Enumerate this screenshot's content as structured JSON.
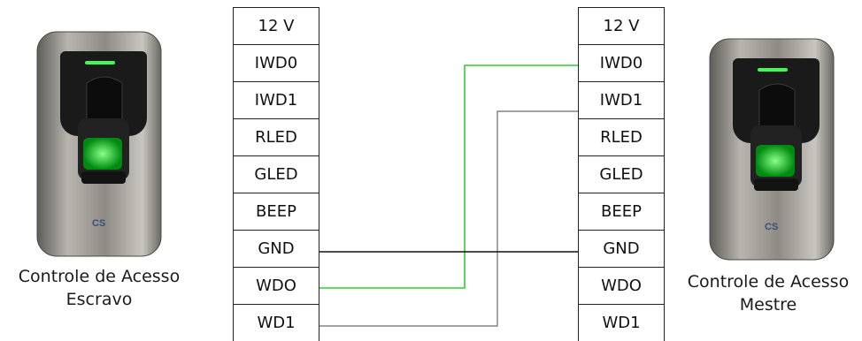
{
  "left_device": {
    "brand": "CS",
    "caption_line1": "Controle de Acesso",
    "caption_line2": "Escravo"
  },
  "right_device": {
    "brand": "CS",
    "caption_line1": "Controle de Acesso",
    "caption_line2": "Mestre"
  },
  "left_terminals": [
    "12 V",
    "IWD0",
    "IWD1",
    "RLED",
    "GLED",
    "BEEP",
    "GND",
    "WDO",
    "WD1"
  ],
  "right_terminals": [
    "12 V",
    "IWD0",
    "IWD1",
    "RLED",
    "GLED",
    "BEEP",
    "GND",
    "WDO",
    "WD1"
  ],
  "connections": [
    {
      "from": "WDO",
      "to": "IWD0",
      "color": "#33cc33"
    },
    {
      "from": "WD1",
      "to": "IWD1",
      "color": "#6b6b6b"
    },
    {
      "from": "GND",
      "to": "GND",
      "color": "#111111"
    }
  ],
  "colors": {
    "body_metal": "#9a9890",
    "face_dark": "#1e1e1e",
    "led_green": "#22ff44"
  }
}
